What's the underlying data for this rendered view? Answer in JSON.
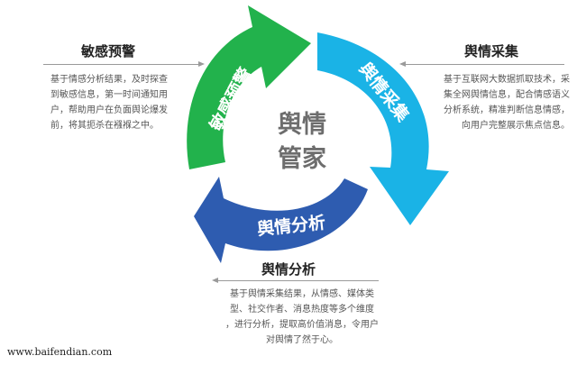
{
  "center": {
    "line1": "舆情",
    "line2": "管家"
  },
  "cycle": {
    "green_label": "敏感预警",
    "cyan_label": "舆情采集",
    "blue_label": "舆情分析",
    "colors": {
      "green": "#22b24c",
      "cyan": "#1ab3e6",
      "blue": "#2e5cb0"
    }
  },
  "sections": {
    "left": {
      "title": "敏感预警",
      "lines": [
        "基于情感分析结果，及时探查",
        "到敏感信息，第一时间通知用",
        "户，帮助用户在负面舆论爆发",
        "前，将其扼杀在襁褓之中。"
      ]
    },
    "right": {
      "title": "舆情采集",
      "lines": [
        "基于互联网大数据抓取技术，采",
        "集全网舆情信息，配合情感语义",
        "分析系统，精准判断信息情感，",
        "向用户完整展示焦点信息。"
      ]
    },
    "bottom": {
      "title": "舆情分析",
      "lines": [
        "基于舆情采集结果，从情感、媒体类",
        "型、社交作者、消息热度等多个维度",
        "，进行分析，提取高价值消息，令用户",
        "对舆情了然于心。"
      ]
    }
  },
  "footer": "www.baifendian.com"
}
